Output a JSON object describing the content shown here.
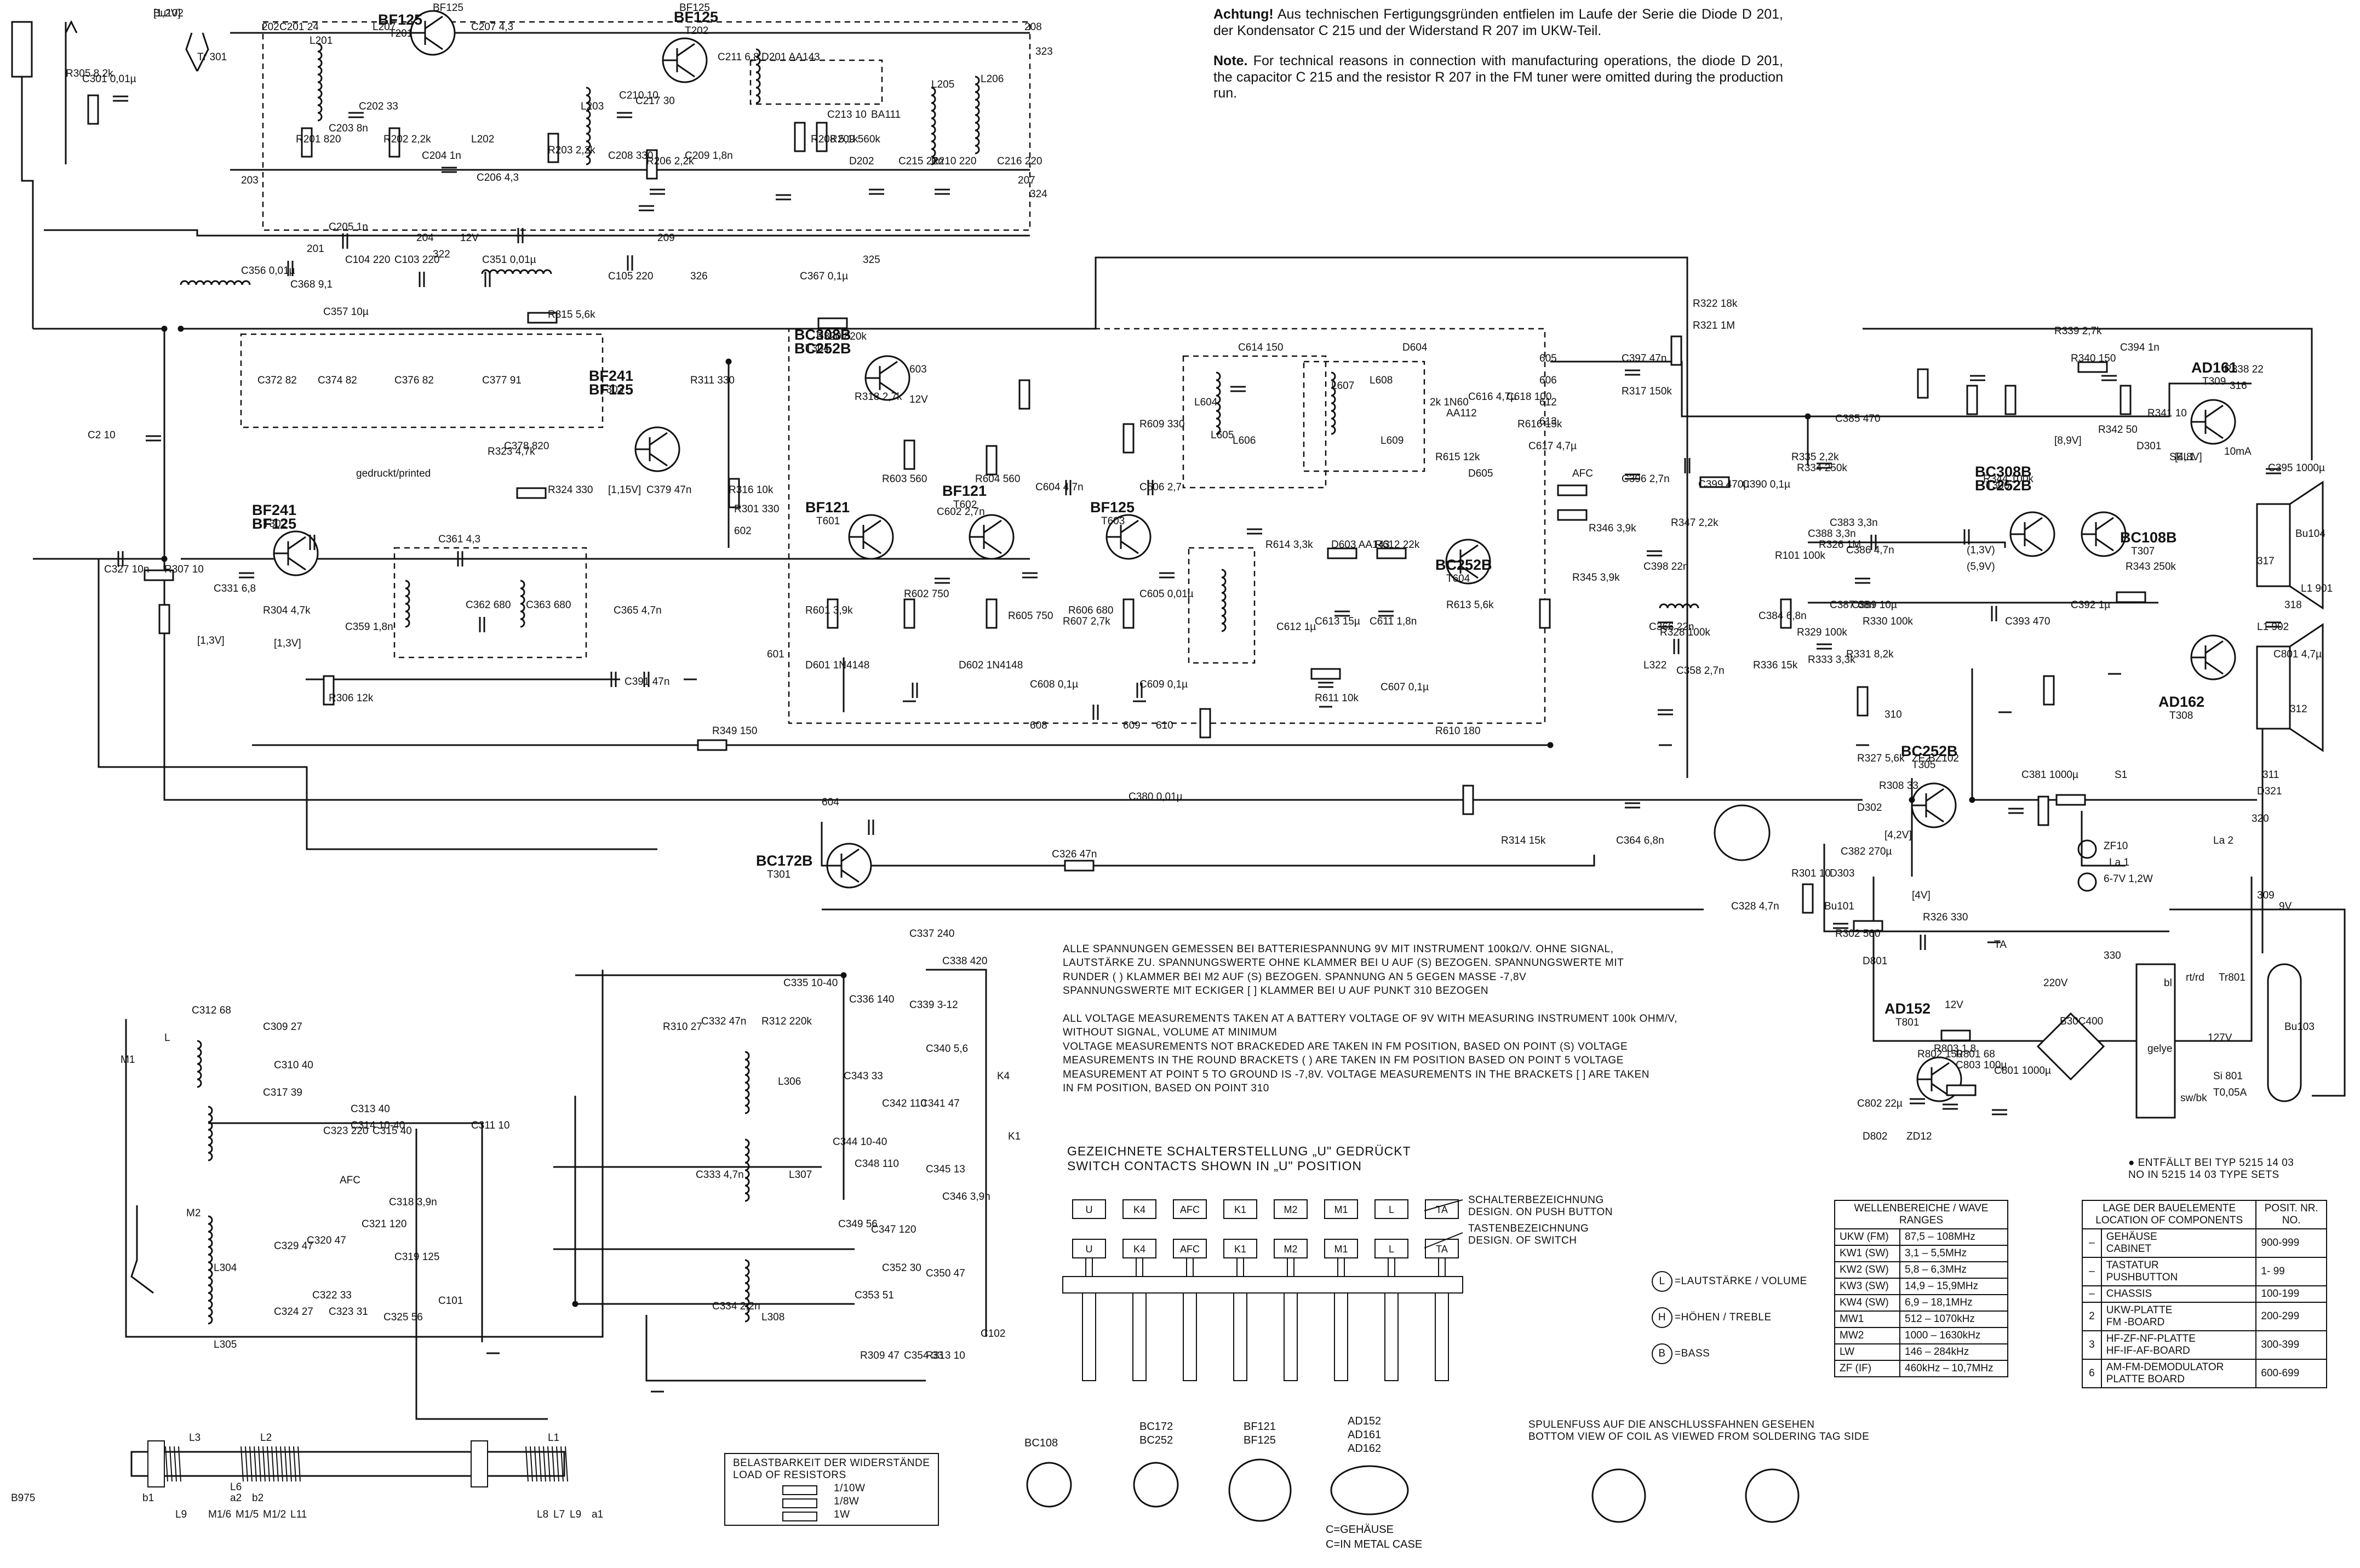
{
  "notes": {
    "de_title": "Achtung!",
    "de_text": "Aus technischen Fertigungsgründen entfielen im Laufe der Serie die Diode D 201, der Kondensator C 215 und der Widerstand R 207 im UKW-Teil.",
    "en_title": "Note.",
    "en_text": "For technical reasons in connection with manufacturing operations, the diode D 201, the capacitor C 215 and the resistor R 207 in the FM tuner were omitted during the production run."
  },
  "voltage_notes": [
    "ALLE SPANNUNGEN GEMESSEN BEI BATTERIESPANNUNG 9V MIT INSTRUMENT 100kΩ/V. OHNE SIGNAL,",
    "LAUTSTÄRKE ZU. SPANNUNGSWERTE OHNE KLAMMER BEI  U  AUF (S) BEZOGEN. SPANNUNGSWERTE MIT",
    "RUNDER ( ) KLAMMER BEI M2 AUF (S) BEZOGEN. SPANNUNG AN  5  GEGEN MASSE -7,8V",
    "SPANNUNGSWERTE MIT ECKIGER [ ] KLAMMER BEI U AUF PUNKT 310 BEZOGEN",
    "",
    "ALL VOLTAGE MEASUREMENTS TAKEN AT A BATTERY VOLTAGE OF 9V WITH MEASURING INSTRUMENT 100k OHM/V,",
    "WITHOUT SIGNAL, VOLUME AT MINIMUM",
    "VOLTAGE MEASUREMENTS NOT BRACKEDED ARE TAKEN IN FM POSITION, BASED ON POINT (S) VOLTAGE",
    "MEASUREMENTS IN THE ROUND BRACKETS ( ) ARE TAKEN IN FM POSITION BASED ON POINT 5 VOLTAGE",
    "MEASUREMENT AT POINT 5 TO GROUND IS -7,8V. VOLTAGE MEASUREMENTS IN THE BRACKETS [ ] ARE TAKEN",
    "IN FM POSITION, BASED ON POINT 310"
  ],
  "switch_caption": [
    "GEZEICHNETE SCHALTERSTELLUNG „U\" GEDRÜCKT",
    "SWITCH CONTACTS SHOWN IN „U\" POSITION"
  ],
  "switch_buttons_top": [
    "U",
    "K4",
    "AFC",
    "K1",
    "M2",
    "M1",
    "L",
    "TA"
  ],
  "switch_buttons_bottom": [
    "U",
    "K4",
    "AFC",
    "K1",
    "M2",
    "M1",
    "L",
    "TA"
  ],
  "switch_legend": {
    "push_de": "SCHALTERBEZEICHNUNG",
    "push_en": "DESIGN. ON PUSH BUTTON",
    "sw_de": "TASTENBEZEICHNUNG",
    "sw_en": "DESIGN. OF SWITCH"
  },
  "control_legend": [
    {
      "sym": "L",
      "text": "=LAUTSTÄRKE / VOLUME"
    },
    {
      "sym": "H",
      "text": "=HÖHEN / TREBLE"
    },
    {
      "sym": "B",
      "text": "=BASS"
    }
  ],
  "wave_table": {
    "header": "WELLENBEREICHE / WAVE RANGES",
    "rows": [
      [
        "UKW (FM)",
        "87,5 – 108MHz"
      ],
      [
        "KW1 (SW)",
        "3,1  –  5,5MHz"
      ],
      [
        "KW2 (SW)",
        "5,8  –  6,3MHz"
      ],
      [
        "KW3 (SW)",
        "14,9 – 15,9MHz"
      ],
      [
        "KW4 (SW)",
        "6,9  – 18,1MHz"
      ],
      [
        "MW1",
        "512  –  1070kHz"
      ],
      [
        "MW2",
        "1000 – 1630kHz"
      ],
      [
        "LW",
        "146  –  284kHz"
      ],
      [
        "ZF (IF)",
        "460kHz – 10,7MHz"
      ]
    ]
  },
  "location_table": {
    "header_de": "LAGE DER BAUELEMENTE",
    "header_en": "LOCATION OF COMPONENTS",
    "header_pos": "POSIT. NR.",
    "header_no": "NO.",
    "rows": [
      [
        "–",
        "GEHÄUSE",
        "CABINET",
        "900-999"
      ],
      [
        "–",
        "TASTATUR",
        "PUSHBUTTON",
        "1- 99"
      ],
      [
        "–",
        "CHASSIS",
        "",
        "100-199"
      ],
      [
        "2",
        "UKW-PLATTE",
        "FM -BOARD",
        "200-299"
      ],
      [
        "3",
        "HF-ZF-NF-PLATTE",
        "HF-IF-AF-BOARD",
        "300-399"
      ],
      [
        "6",
        "AM-FM-DEMODULATOR",
        "PLATTE  BOARD",
        "600-699"
      ]
    ]
  },
  "entfallt": [
    "● ENTFÄLLT BEI TYP 5215 14 03",
    "NO IN 5215 14 03 TYPE SETS"
  ],
  "resistor_load": {
    "title_de": "BELASTBARKEIT DER WIDERSTÄNDE",
    "title_en": "LOAD OF RESISTORS",
    "rows": [
      "1/10W",
      "1/8W",
      "1W"
    ]
  },
  "pinout_labels": {
    "bc108": "BC108",
    "bc172": "BC172",
    "bc252": "BC252",
    "bf121": "BF121",
    "bf125": "BF125",
    "ad152": "AD152",
    "ad161": "AD161",
    "ad162": "AD162",
    "case1": "C=GEHÄUSE",
    "case2": "C=IN METAL CASE"
  },
  "coil_caption": [
    "SPULENFUSS AUF DIE ANSCHLUSSFAHNEN GESEHEN",
    "BOTTOM VIEW OF COIL AS VIEWED FROM SOLDERING TAG SIDE"
  ],
  "ferrite_labels": [
    "L3",
    "L2",
    "L1",
    "L9",
    "M1/6",
    "M1/5",
    "M1/2",
    "L11",
    "L8",
    "L7",
    "L9",
    "a1",
    "b1",
    "b2",
    "a2",
    "L6"
  ],
  "transistors": [
    {
      "name": "BF125",
      "ref": "T201"
    },
    {
      "name": "BF125",
      "ref": "T202"
    },
    {
      "name": "BC308B",
      "ref": "T304"
    },
    {
      "name": "BC252B",
      "ref": ""
    },
    {
      "name": "BF241",
      "ref": "T303"
    },
    {
      "name": "BF125",
      "ref": ""
    },
    {
      "name": "BF241",
      "ref": "T302"
    },
    {
      "name": "BF125",
      "ref": ""
    },
    {
      "name": "BF121",
      "ref": "T601"
    },
    {
      "name": "BF121",
      "ref": "T602"
    },
    {
      "name": "BF125",
      "ref": "T603"
    },
    {
      "name": "BC252B",
      "ref": "T604"
    },
    {
      "name": "BC172B",
      "ref": "T301"
    },
    {
      "name": "BC308B",
      "ref": "T306"
    },
    {
      "name": "BC252B",
      "ref": ""
    },
    {
      "name": "BC108B",
      "ref": "T307"
    },
    {
      "name": "AD161",
      "ref": "T309"
    },
    {
      "name": "AD162",
      "ref": "T308"
    },
    {
      "name": "BC252B",
      "ref": "T305"
    },
    {
      "name": "AD152",
      "ref": "T801"
    }
  ],
  "component_labels": [
    "Bu102",
    "C301 0,01µ",
    "R305 8,2k",
    "Tr 301",
    "202",
    "C201 24",
    "L207",
    "BF125",
    "C207 4,3",
    "BF125",
    "208",
    "323",
    "L201",
    "C203 8n",
    "R201 820",
    "C202 33",
    "R202 2,2k",
    "C204 1n",
    "L202",
    "C206 4,3",
    "R203 2,2k",
    "L203",
    "C208 330",
    "C210 10",
    "C217 30",
    "R206 2,2k",
    "C209 1,8n",
    "C211 6,8",
    "D201 AA143",
    "C213 10",
    "R208 5,1k",
    "R209 560k",
    "BA111",
    "D202",
    "C215 22n",
    "L205",
    "R210 220",
    "L206",
    "C216 220",
    "207",
    "324",
    "203",
    "C205 1n",
    "201",
    "C104 220",
    "C103 220",
    "204",
    "322",
    "12V",
    "C351 0,01µ",
    "209",
    "C105 220",
    "326",
    "C367 0,1µ",
    "325",
    "C356 0,01µ",
    "C368 9,1",
    "C357 10µ",
    "R315 5,6k",
    "R320 820k",
    "C372 82",
    "C374 82",
    "C376 82",
    "C377 91",
    "R311 330",
    "C378 820",
    "R323 4,7k",
    "R324 330",
    "C379 47n",
    "gedruckt/printed",
    "R318 2,7k",
    "603",
    "12V",
    "R316 10k",
    "602",
    "C327 10n",
    "R307 10",
    "C331 6,8",
    "R304 4,7k",
    "C2 10",
    "C361 4,3",
    "C359 1,8n",
    "C362 680",
    "C363 680",
    "C365 4,7n",
    "R306 12k",
    "C391 47n",
    "R349 150",
    "601",
    "R301 330",
    "R603 560",
    "R604 560",
    "R601 3,9k",
    "D601 1N4148",
    "D602 1N4148",
    "C602 2,7n",
    "R602 750",
    "C604 4,7n",
    "C606 2,7",
    "R609 330",
    "C605 0,01µ",
    "R606 680",
    "R607 2,7k",
    "R605 750",
    "C608 0,1µ",
    "C609 0,1µ",
    "608",
    "609",
    "610",
    "C380 0,01µ",
    "D604",
    "C614 150",
    "L604",
    "L605",
    "L606",
    "L607",
    "L608",
    "L609",
    "605",
    "606",
    "612",
    "613",
    "2k 1N60",
    "AA112",
    "C616 4,7µ",
    "C618 100",
    "R616 15k",
    "C617 4,7µ",
    "R615 12k",
    "D605",
    "R614 3,3k",
    "D603 AA143",
    "R612 22k",
    "R613 5,6k",
    "C613 15µ",
    "C611 1,8n",
    "C612 1µ",
    "R611 10k",
    "C607 0,1µ",
    "R610 180",
    "604",
    "C326 47n",
    "R314 15k",
    "R317 150k",
    "C397 47n",
    "R321 1M",
    "R322 18k",
    "AFC",
    "R346 3,9k",
    "R345 3,9k",
    "C396 2,7n",
    "R347 2,2k",
    "C398 22n",
    "C366 22n",
    "L322",
    "C358 2,7n",
    "R328 100k",
    "C364 6,8n",
    "C399 470µ",
    "C390 0,1µ",
    "R335 2,2k",
    "C385 470",
    "R334 250k",
    "C383 3,3n",
    "R101 100k",
    "R326 1M",
    "C384 6,8n",
    "R329 100k",
    "C386 4,7n",
    "C387 68n",
    "R330 100k",
    "R331 8,2k",
    "R333 3,3k",
    "C388 3,3n",
    "C389 10µ",
    "R336 15k",
    "R344 100k",
    "C393 470",
    "C392 1µ",
    "R343 250k",
    "R342 50",
    "R341 10",
    "C394 1n",
    "R340 150",
    "R339 2,7k",
    "R338 22",
    "316",
    "10mA",
    "C395 1000µ",
    "Bu104",
    "317",
    "L1 901",
    "318",
    "C801 4,7µ",
    "L1 902",
    "312",
    "311",
    "310",
    "D301",
    "SEL1",
    "D321",
    "S1",
    "C381 1000µ",
    "R327 5,6k",
    "R308 33",
    "D302",
    "ZE2",
    "BZ102",
    "R301 10",
    "C382 270µ",
    "D303",
    "ZF10",
    "La 1",
    "6-7V 1,2W",
    "La 2",
    "320",
    "309",
    "9V",
    "Bu101",
    "R326 330",
    "R302 560",
    "C328 4,7n",
    "TA",
    "330",
    "Tr801",
    "220V",
    "B30C400",
    "D801",
    "12V",
    "R803 1,8",
    "R801 68",
    "R802 150",
    "C802 22µ",
    "D802",
    "ZD12",
    "C801 1000µ",
    "C803 100µ",
    "Si 801",
    "T0,05A",
    "gelye",
    "sw/bk",
    "bl",
    "rt/rd",
    "127V",
    "Bu103",
    "B975",
    "L304",
    "L305",
    "L306",
    "L307",
    "L308",
    "K1",
    "K4",
    "M1",
    "M2",
    "L",
    "C312 68",
    "C309 27",
    "C310 40",
    "C317 39",
    "C313 40",
    "C323 220",
    "C314 10-40",
    "C315 40",
    "C311 10",
    "C318 3,9n",
    "C321 120",
    "C319 125",
    "C320 47",
    "C329 47",
    "C322 33",
    "C325 56",
    "C324 27",
    "C323 31",
    "C101",
    "R310 27",
    "C332 47n",
    "R312 220k",
    "C335 10-40",
    "C336 140",
    "C337 240",
    "C338 420",
    "C339 3-12",
    "C340 5,6",
    "C341 47",
    "C342 110",
    "C343 33",
    "C344 10-40",
    "C348 110",
    "C345 13",
    "C346 3,9n",
    "C333 4,7n",
    "C349 56",
    "C347 120",
    "C334 2,2n",
    "C352 30",
    "C350 47",
    "C353 51",
    "R309 47",
    "C354 33",
    "R313 10",
    "C102",
    "AFC",
    "[1,3V]",
    "[1,15V]",
    "[1,3V]",
    "(1,3V)",
    "(5,9V)",
    "[8,9V]",
    "[4,8V]",
    "[4V]",
    "[4,2V]",
    "[1,2V]"
  ]
}
